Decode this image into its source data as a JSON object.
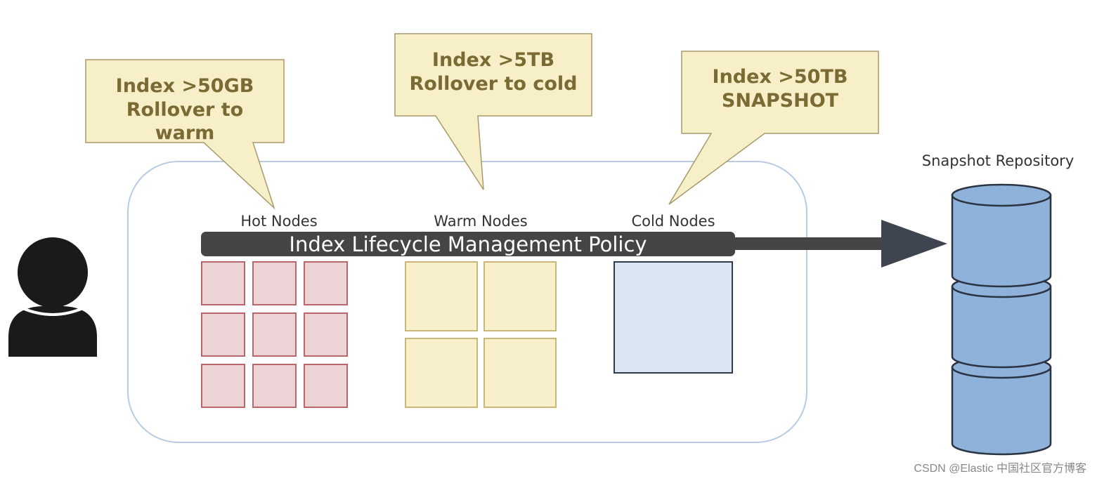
{
  "callouts": {
    "hot": [
      "Index >50GB",
      "Rollover to",
      "warm"
    ],
    "warm": [
      "Index >5TB",
      "Rollover to cold"
    ],
    "cold": [
      "Index >50TB",
      "SNAPSHOT"
    ]
  },
  "tiers": {
    "hot_label": "Hot Nodes",
    "warm_label": "Warm Nodes",
    "cold_label": "Cold Nodes"
  },
  "policy_bar": {
    "label": "Index Lifecycle Management Policy"
  },
  "repository": {
    "label": "Snapshot Repository"
  },
  "watermark": {
    "text": "CSDN @Elastic 中国社区官方博客"
  },
  "colors": {
    "callout_fill": "#f7efc8",
    "callout_text": "#7a6a34",
    "hot_fill": "#ecd3d6",
    "hot_stroke": "#b8666c",
    "warm_fill": "#f8efcb",
    "warm_stroke": "#cbb679",
    "cold_fill": "#dbe6f2",
    "cold_stroke": "#2f3a4a",
    "policy_bar": "#454545",
    "cylinder_fill": "#8fb2db",
    "cylinder_stroke": "#2b3442",
    "container_stroke": "#b9cbe3"
  },
  "icons": {
    "user": "user-silhouette-icon",
    "arrow": "arrow-right-icon",
    "repository": "database-cylinder-icon"
  }
}
